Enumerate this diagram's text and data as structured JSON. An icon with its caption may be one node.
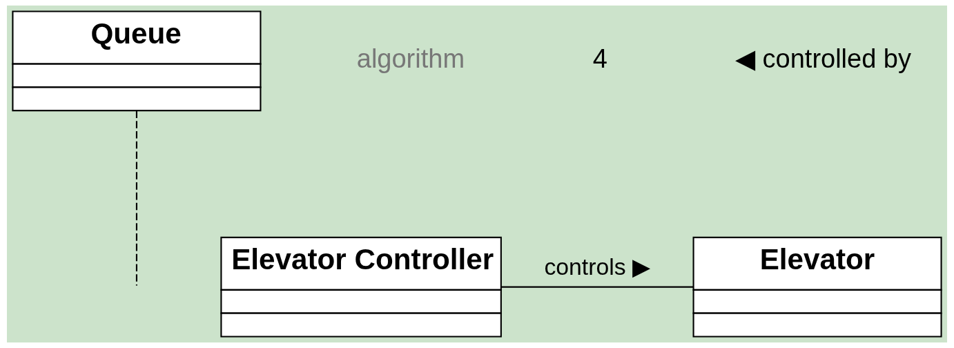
{
  "diagram": {
    "nodes": [
      {
        "text": [
          "Queue"
        ]
      },
      {
        "text": [
          "Elevator Controller"
        ]
      },
      {
        "text": [
          "Elevator"
        ]
      }
    ],
    "edges": [
      {
        "from": 1,
        "to": 2,
        "arrow": "none",
        "label": "controls ▶"
      },
      {
        "from": 0,
        "to": null,
        "arrow": "none",
        "style": "dashed"
      }
    ],
    "labels": [
      "algorithm",
      "4",
      "◀ controlled by"
    ]
  }
}
